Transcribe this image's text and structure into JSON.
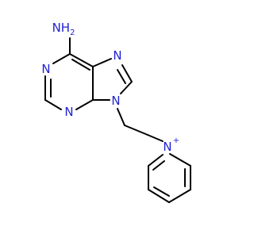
{
  "molecule": {
    "atoms": [
      {
        "id": "nh2",
        "label": "NH",
        "sub": "2",
        "color": "#1f1fd2"
      },
      {
        "id": "n1",
        "label": "N",
        "color": "#1f1fd2"
      },
      {
        "id": "n3",
        "label": "N",
        "color": "#1f1fd2"
      },
      {
        "id": "n7",
        "label": "N",
        "color": "#1f1fd2"
      },
      {
        "id": "n9",
        "label": "N",
        "color": "#1f1fd2"
      },
      {
        "id": "npy",
        "label": "N",
        "charge": "+",
        "color": "#1f1fd2"
      }
    ],
    "bond_color": "#000000"
  }
}
